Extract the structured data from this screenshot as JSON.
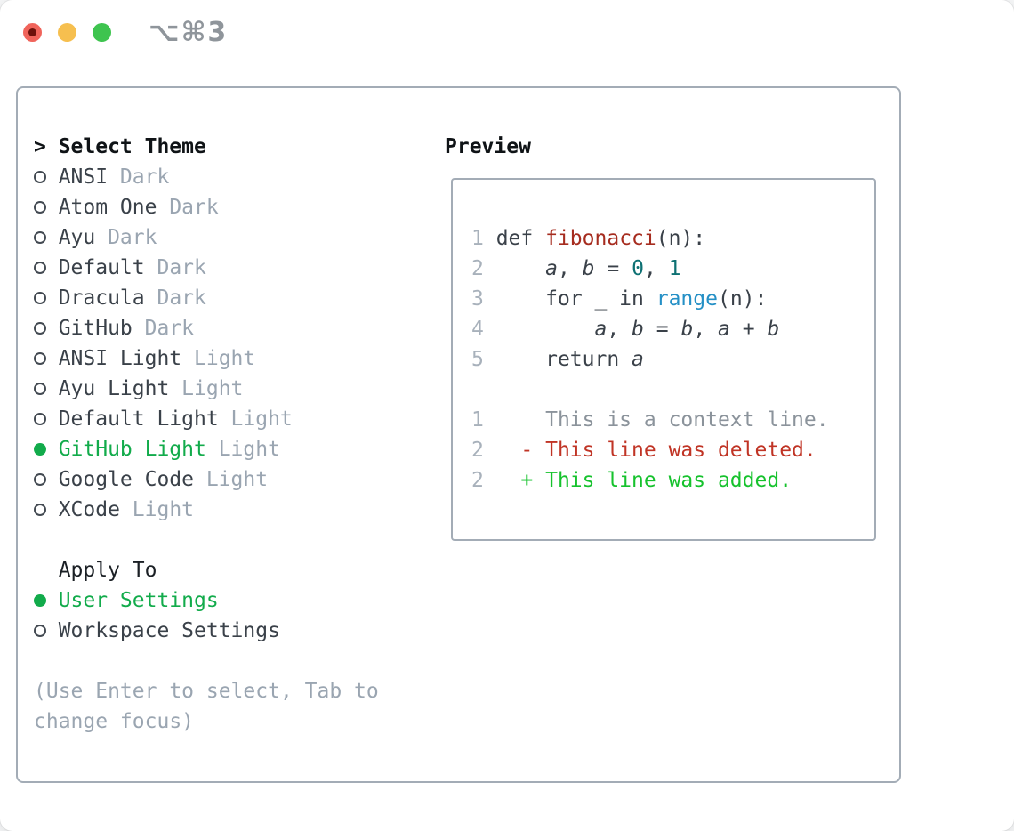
{
  "window": {
    "title": "⌥⌘3"
  },
  "picker": {
    "prompt": ">",
    "title": "Select Theme",
    "items": [
      {
        "name": "ANSI",
        "variant": "Dark",
        "selected": false
      },
      {
        "name": "Atom One",
        "variant": "Dark",
        "selected": false
      },
      {
        "name": "Ayu",
        "variant": "Dark",
        "selected": false
      },
      {
        "name": "Default",
        "variant": "Dark",
        "selected": false
      },
      {
        "name": "Dracula",
        "variant": "Dark",
        "selected": false
      },
      {
        "name": "GitHub",
        "variant": "Dark",
        "selected": false
      },
      {
        "name": "ANSI Light",
        "variant": "Light",
        "selected": false
      },
      {
        "name": "Ayu Light",
        "variant": "Light",
        "selected": false
      },
      {
        "name": "Default Light",
        "variant": "Light",
        "selected": false
      },
      {
        "name": "GitHub Light",
        "variant": "Light",
        "selected": true
      },
      {
        "name": "Google Code",
        "variant": "Light",
        "selected": false
      },
      {
        "name": "XCode",
        "variant": "Light",
        "selected": false
      }
    ],
    "apply_to": {
      "label": "Apply To",
      "options": [
        {
          "name": "User Settings",
          "selected": true
        },
        {
          "name": "Workspace Settings",
          "selected": false
        }
      ]
    },
    "hint_lines": [
      "(Use Enter to select, Tab to",
      "change focus)"
    ]
  },
  "preview": {
    "title": "Preview",
    "code": [
      {
        "num": "1",
        "tokens": [
          {
            "t": " def "
          },
          {
            "t": "fibonacci"
          },
          {
            "t": "(n):"
          }
        ]
      },
      {
        "num": "2",
        "tokens": [
          {
            "t": "     "
          },
          {
            "t": "a"
          },
          {
            "t": ", "
          },
          {
            "t": "b"
          },
          {
            "t": " = "
          },
          {
            "t": "0"
          },
          {
            "t": ", "
          },
          {
            "t": "1"
          }
        ]
      },
      {
        "num": "3",
        "tokens": [
          {
            "t": "     for _ in "
          },
          {
            "t": "range"
          },
          {
            "t": "(n):"
          }
        ]
      },
      {
        "num": "4",
        "tokens": [
          {
            "t": "         "
          },
          {
            "t": "a"
          },
          {
            "t": ", "
          },
          {
            "t": "b"
          },
          {
            "t": " = "
          },
          {
            "t": "b"
          },
          {
            "t": ", "
          },
          {
            "t": "a"
          },
          {
            "t": " + "
          },
          {
            "t": "b"
          }
        ]
      },
      {
        "num": "5",
        "tokens": [
          {
            "t": "     return "
          },
          {
            "t": "a"
          }
        ]
      },
      {
        "num": "",
        "tokens": []
      },
      {
        "num": "1",
        "tokens": [
          {
            "t": "     This is a context line."
          }
        ]
      },
      {
        "num": "2",
        "tokens": [
          {
            "t": "   - This line was deleted."
          }
        ]
      },
      {
        "num": "2",
        "tokens": [
          {
            "t": "   + This line was added."
          }
        ]
      }
    ]
  },
  "colors": {
    "selected_green": "#12ab4b",
    "diff_added_green": "#16c22d",
    "diff_removed_red": "#c03425",
    "function_red": "#a62c1f",
    "number_teal": "#0e7173",
    "builtin_blue": "#2590c6",
    "muted_gray": "#9aa5b1",
    "border_gray": "#a3acb6",
    "traffic_red": "#f0645b",
    "traffic_yellow": "#f6bf4f",
    "traffic_green": "#3ec44f"
  }
}
